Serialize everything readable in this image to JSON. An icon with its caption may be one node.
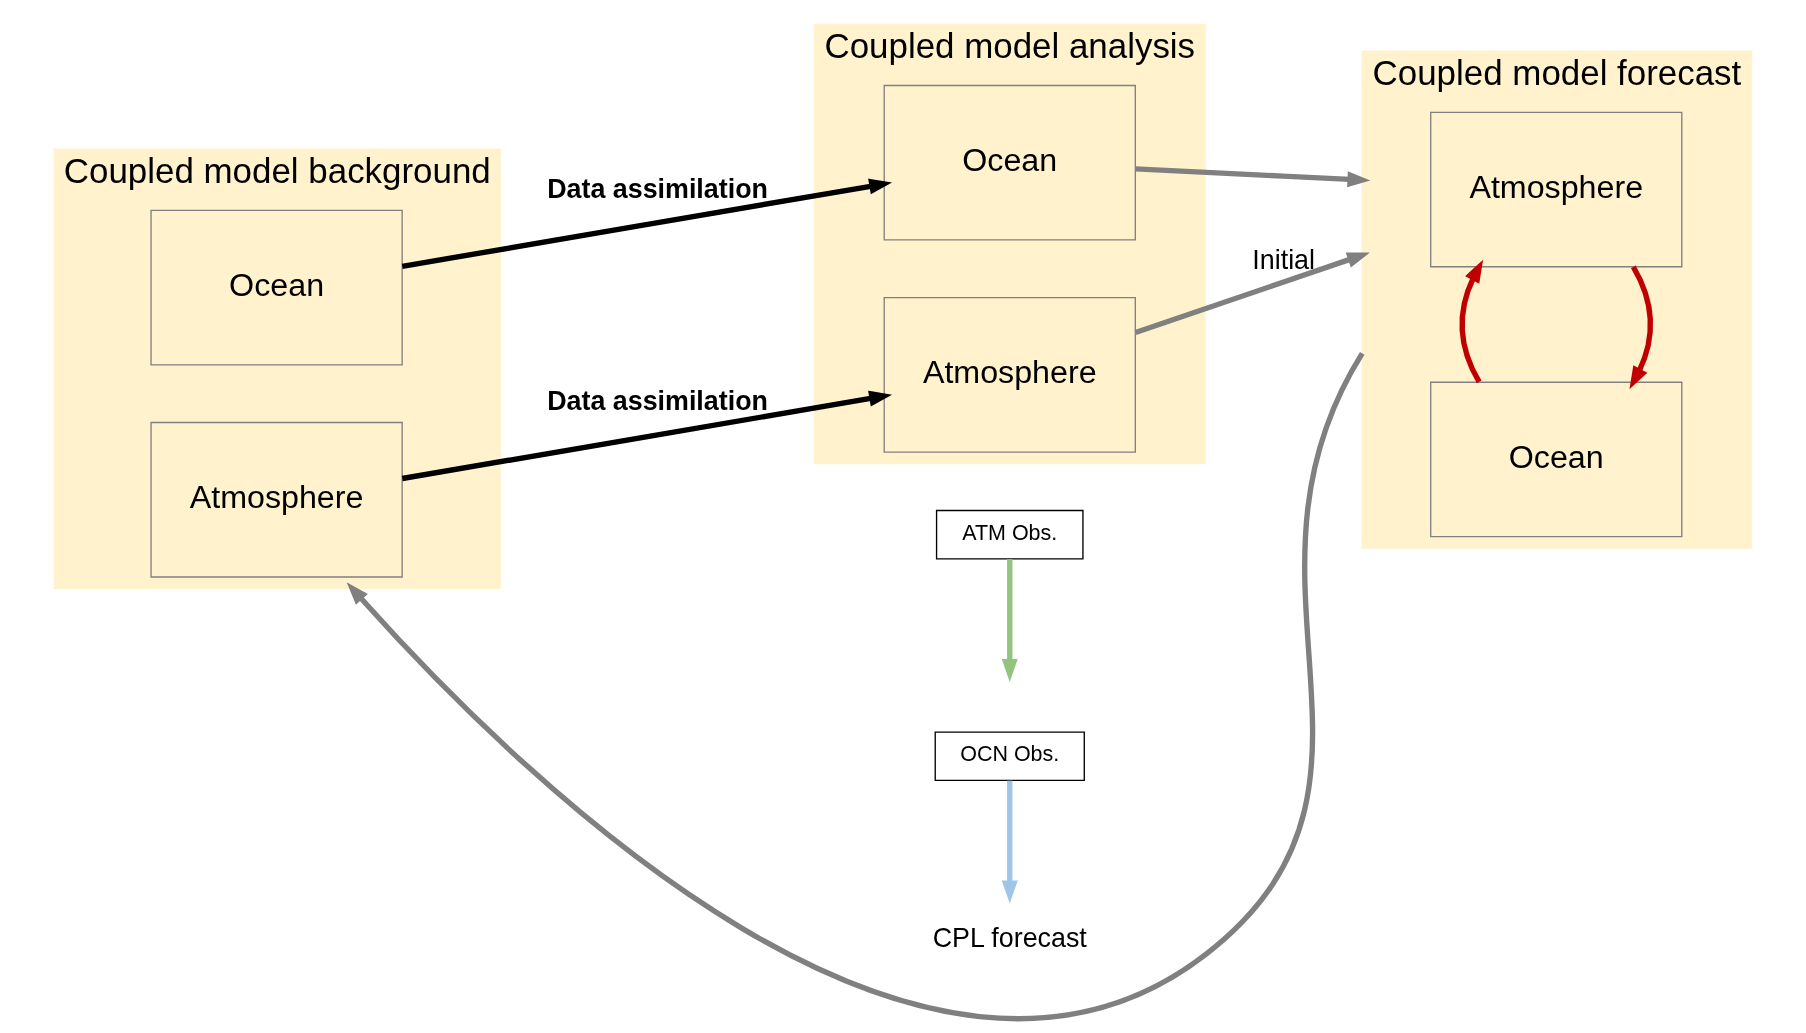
{
  "diagram": {
    "nodes": [
      {
        "text": [
          "Coupled model background"
        ]
      },
      {
        "text": [
          "Atmosphere"
        ],
        "in": 0
      },
      {
        "text": [
          "Ocean"
        ],
        "in": 0
      },
      {
        "text": [
          "Coupled model analysis"
        ]
      },
      {
        "text": [
          "Atmosphere"
        ],
        "in": 3
      },
      {
        "text": [
          "Ocean"
        ],
        "in": 3
      },
      {
        "text": [
          "Coupled model forecast"
        ]
      },
      {
        "text": [
          "Atmosphere"
        ],
        "in": 6
      },
      {
        "text": [
          "Ocean"
        ],
        "in": 6
      },
      {
        "text": [
          "ATM Obs."
        ]
      },
      {
        "text": [
          "OCN Obs."
        ]
      }
    ],
    "edges": [
      {
        "from": 1,
        "to": 4,
        "arrow": "to",
        "label": "Data assimilation",
        "color": "#000000"
      },
      {
        "from": 9,
        "to": null,
        "arrow": "to",
        "color": "#93c47d"
      },
      {
        "from": 2,
        "to": 5,
        "arrow": "to",
        "label": "Data assimilation",
        "color": "#000000"
      },
      {
        "from": 10,
        "to": null,
        "arrow": "to",
        "color": "#9fc5e8"
      },
      {
        "from": 4,
        "to": 6,
        "arrow": "to",
        "label": "Initial",
        "color": "#808080"
      },
      {
        "from": 5,
        "to": 6,
        "arrow": "to",
        "color": "#808080"
      },
      {
        "from": 7,
        "to": 8,
        "arrow": "to",
        "color": "#c00000"
      },
      {
        "from": 8,
        "to": 7,
        "arrow": "to",
        "color": "#c00000"
      },
      {
        "from": 6,
        "to": 0,
        "arrow": "to",
        "label": "CPL forecast",
        "color": "#808080"
      }
    ]
  }
}
